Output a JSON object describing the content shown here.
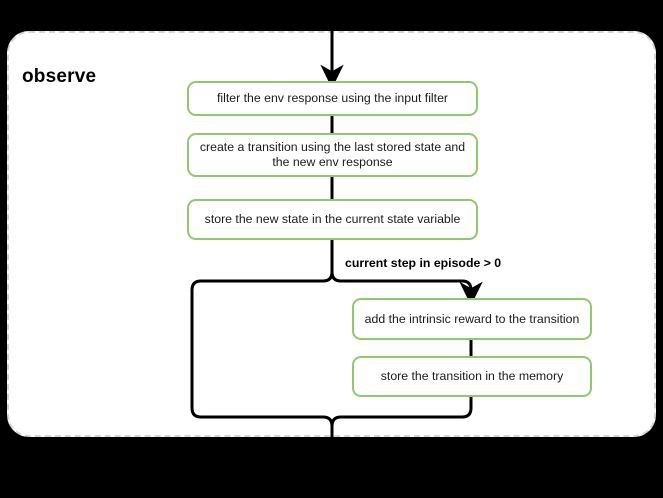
{
  "diagram": {
    "title": "observe",
    "background_color": "#000000",
    "panel_color": "#ffffff",
    "panel_border_color": "#d5d5d5",
    "node_border_color": "#8fc96e",
    "connector_color": "#000000",
    "nodes": [
      {
        "id": "filter",
        "label": "filter the env response using the input filter"
      },
      {
        "id": "create",
        "label": "create a transition using the last stored state and the new env response"
      },
      {
        "id": "store_state",
        "label": "store the new state in the current state variable"
      },
      {
        "id": "intrinsic",
        "label": "add the intrinsic reward to the transition"
      },
      {
        "id": "store_trans",
        "label": "store the transition in the memory"
      }
    ],
    "edges": [
      {
        "from": "entry",
        "to": "filter",
        "label": ""
      },
      {
        "from": "filter",
        "to": "create",
        "label": ""
      },
      {
        "from": "create",
        "to": "store_state",
        "label": ""
      },
      {
        "from": "store_state",
        "to": "intrinsic",
        "label": "current step in episode > 0"
      },
      {
        "from": "intrinsic",
        "to": "store_trans",
        "label": ""
      },
      {
        "from": "store_state",
        "to": "merge",
        "label": ""
      },
      {
        "from": "store_trans",
        "to": "merge",
        "label": ""
      },
      {
        "from": "merge",
        "to": "exit",
        "label": ""
      }
    ],
    "branch_label": "current step in episode > 0"
  }
}
